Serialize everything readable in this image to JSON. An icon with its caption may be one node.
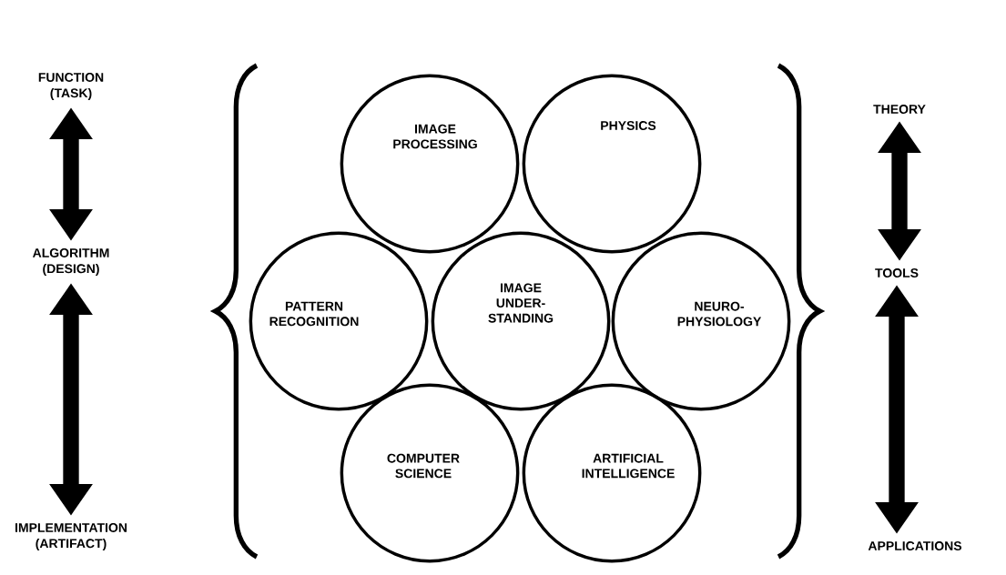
{
  "diagram": {
    "nodes": [
      {
        "text": [
          "FUNCTION (TASK)"
        ]
      },
      {
        "text": [
          "IMAGE PROCESSING"
        ]
      },
      {
        "text": [
          "PHYSICS"
        ]
      },
      {
        "text": [
          "THEORY"
        ]
      },
      {
        "text": [
          "ALGORITHM (DESIGN)"
        ]
      },
      {
        "text": [
          "PATTERN RECOGNITION"
        ]
      },
      {
        "text": [
          "IMAGE UNDER- STANDING"
        ]
      },
      {
        "text": [
          "NEURO- PHYSIOLOGY"
        ]
      },
      {
        "text": [
          "TOOLS"
        ]
      },
      {
        "text": [
          "IMPLEMENTATION (ARTIFACT)"
        ]
      },
      {
        "text": [
          "COMPUTER SCIENCE"
        ]
      },
      {
        "text": [
          "ARTIFICIAL INTELLIGENCE"
        ]
      },
      {
        "text": [
          "APPLICATIONS"
        ]
      }
    ],
    "edges": [
      {
        "from": 0,
        "to": 4,
        "arrow": "both"
      },
      {
        "from": 4,
        "to": 9,
        "arrow": "both"
      },
      {
        "from": 3,
        "to": 8,
        "arrow": "both"
      },
      {
        "from": 8,
        "to": 12,
        "arrow": "both"
      }
    ]
  }
}
